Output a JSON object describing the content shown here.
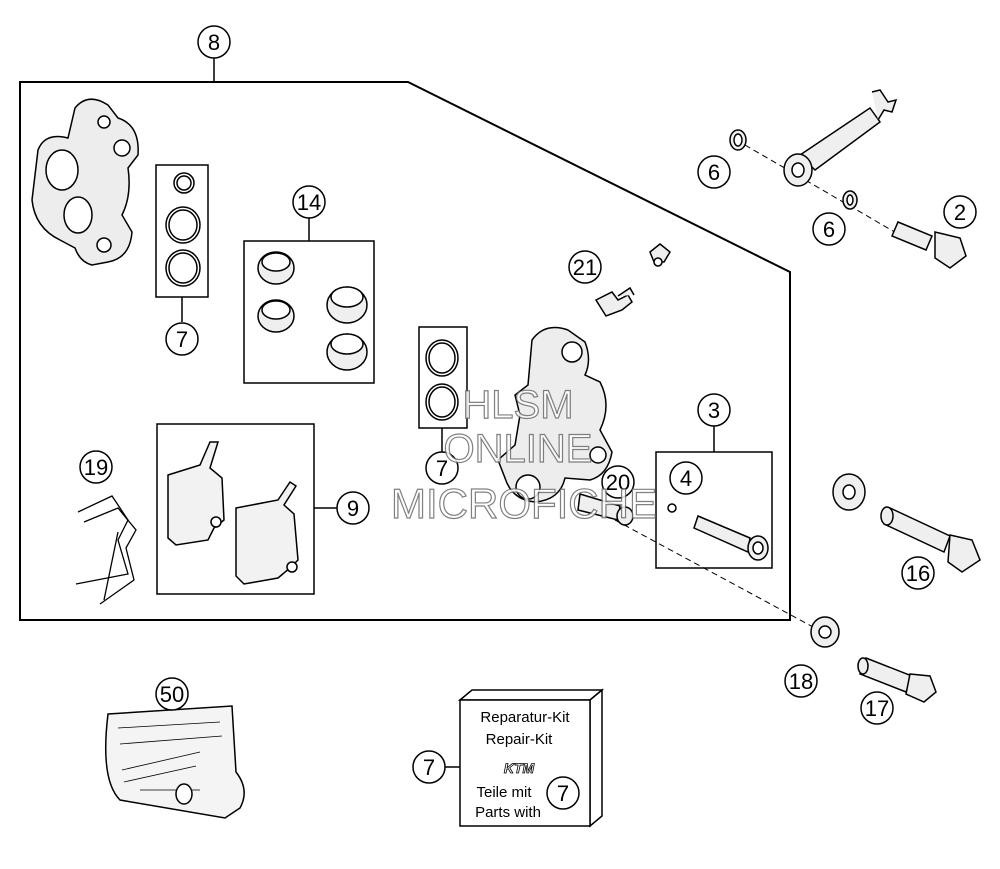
{
  "callouts": {
    "c2": "2",
    "c3": "3",
    "c4": "4",
    "c6a": "6",
    "c6b": "6",
    "c7a": "7",
    "c7b": "7",
    "c7c": "7",
    "c7d": "7",
    "c8": "8",
    "c9": "9",
    "c14": "14",
    "c16": "16",
    "c17": "17",
    "c18": "18",
    "c19": "19",
    "c20": "20",
    "c21": "21",
    "c50": "50"
  },
  "kit_box": {
    "line1": "Reparatur-Kit",
    "line2": "Repair-Kit",
    "logo": "KTM",
    "line3": "Teile mit",
    "line4": "Parts with"
  },
  "watermark": {
    "line1": "HLSM",
    "line2": "ONLINE",
    "line3": "MICROFICHE"
  }
}
